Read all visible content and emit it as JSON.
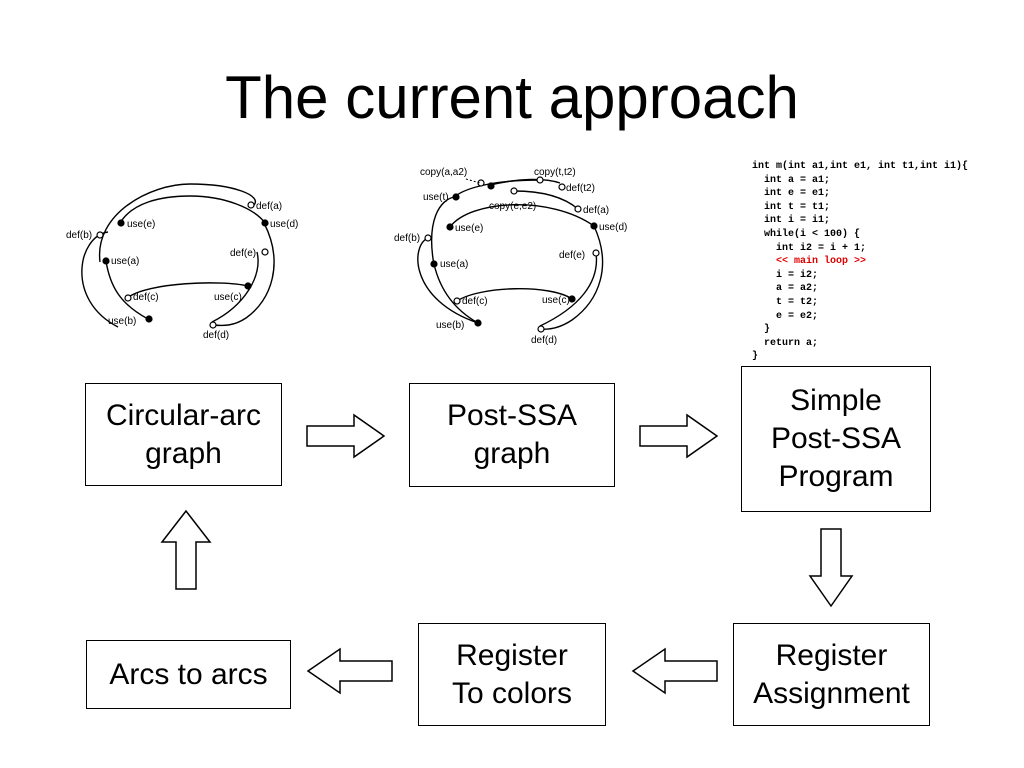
{
  "slide": {
    "title": "The current approach"
  },
  "boxes": {
    "circular_arc_graph": "Circular-arc\ngraph",
    "post_ssa_graph": "Post-SSA\ngraph",
    "simple_post_ssa_program": "Simple\nPost-SSA\nProgram",
    "register_assignment": "Register\nAssignment",
    "register_to_colors": "Register\nTo colors",
    "arcs_to_arcs": "Arcs to arcs"
  },
  "graph1": {
    "labels": {
      "def_a": "def(a)",
      "use_d": "use(d)",
      "def_e": "def(e)",
      "use_c": "use(c)",
      "def_d": "def(d)",
      "use_b": "use(b)",
      "def_c": "def(c)",
      "use_a": "use(a)",
      "def_b": "def(b)",
      "use_e": "use(e)"
    }
  },
  "graph2": {
    "labels": {
      "copy_a_a2": "copy(a,a2)",
      "copy_t_t2": "copy(t,t2)",
      "def_t2": "def(t2)",
      "use_t": "use(t)",
      "copy_e_e2": "copy(e,e2)",
      "def_a": "def(a)",
      "use_d": "use(d)",
      "def_e": "def(e)",
      "use_e": "use(e)",
      "def_b": "def(b)",
      "use_a": "use(a)",
      "def_c": "def(c)",
      "use_c": "use(c)",
      "use_b": "use(b)",
      "def_d": "def(d)"
    }
  },
  "code": {
    "lines": [
      "int m(int a1,int e1, int t1,int i1){",
      "  int a = a1;",
      "  int e = e1;",
      "  int t = t1;",
      "  int i = i1;",
      "  while(i < 100) {",
      "    int i2 = i + 1;",
      "    << main loop >>",
      "    i = i2;",
      "    a = a2;",
      "    t = t2;",
      "    e = e2;",
      "  }",
      "  return a;",
      "}"
    ],
    "highlight_line": 7,
    "highlight_color": "#e00000"
  }
}
